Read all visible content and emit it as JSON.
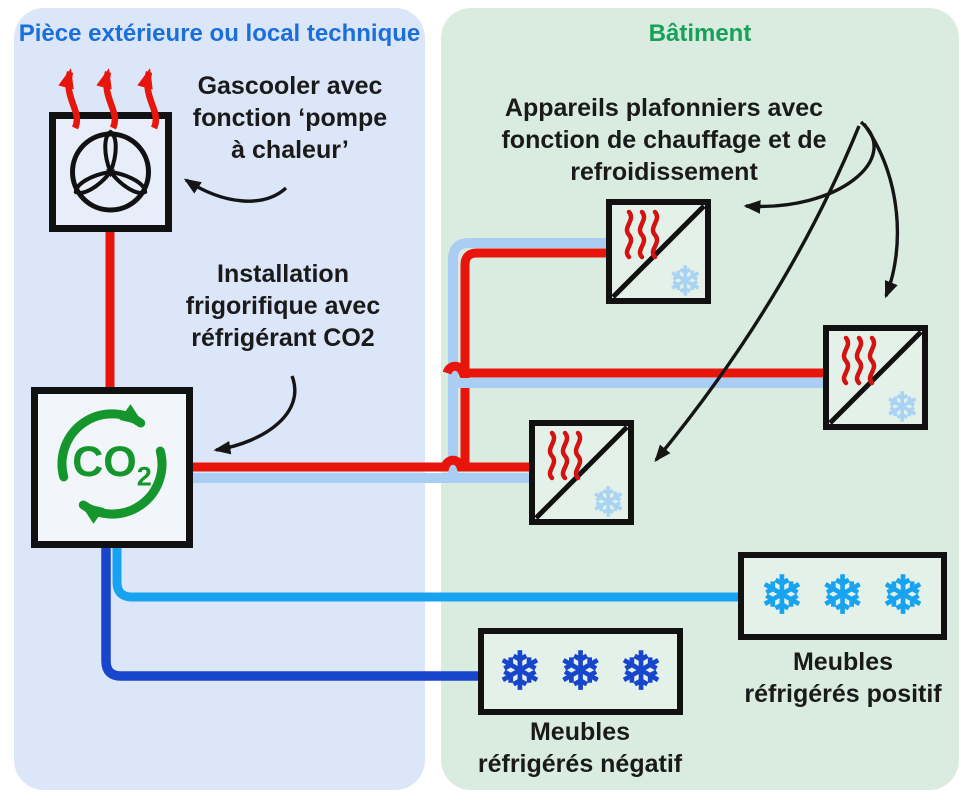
{
  "panels": {
    "left": {
      "title": "Pièce extérieure ou local technique",
      "bg": "#dbe6f8",
      "title_color": "#1b6fdd"
    },
    "right": {
      "title": "Bâtiment",
      "bg": "#d9ecdf",
      "title_color": "#17a257"
    }
  },
  "labels": {
    "gascooler": {
      "line1": "Gascooler avec",
      "line2": "fonction ‘pompe",
      "line3": "à chaleur’"
    },
    "installation": {
      "line1": "Installation",
      "line2": "frigorifique avec",
      "line3": "réfrigérant CO2"
    },
    "ceiling_units": {
      "line1": "Appareils plafonniers avec",
      "line2": "fonction de chauffage et de",
      "line3": "refroidissement"
    },
    "cabinet_negative": {
      "line1": "Meubles",
      "line2": "réfrigérés négatif"
    },
    "cabinet_positive": {
      "line1": "Meubles",
      "line2": "réfrigérés positif"
    }
  },
  "co2_unit": {
    "text": "CO",
    "subscript": "2"
  },
  "icons": {
    "snowflake": "❄"
  },
  "colors": {
    "pipe_hot_red": "#e8150d",
    "pipe_return_light_blue": "#a9cdf3",
    "pipe_cold_positive_cyan": "#17a3ef",
    "pipe_cold_negative_blue": "#1745cb",
    "co2_green": "#15962d",
    "outline_black": "#111111",
    "snowflake_light_blue": "#a9d3f3"
  }
}
